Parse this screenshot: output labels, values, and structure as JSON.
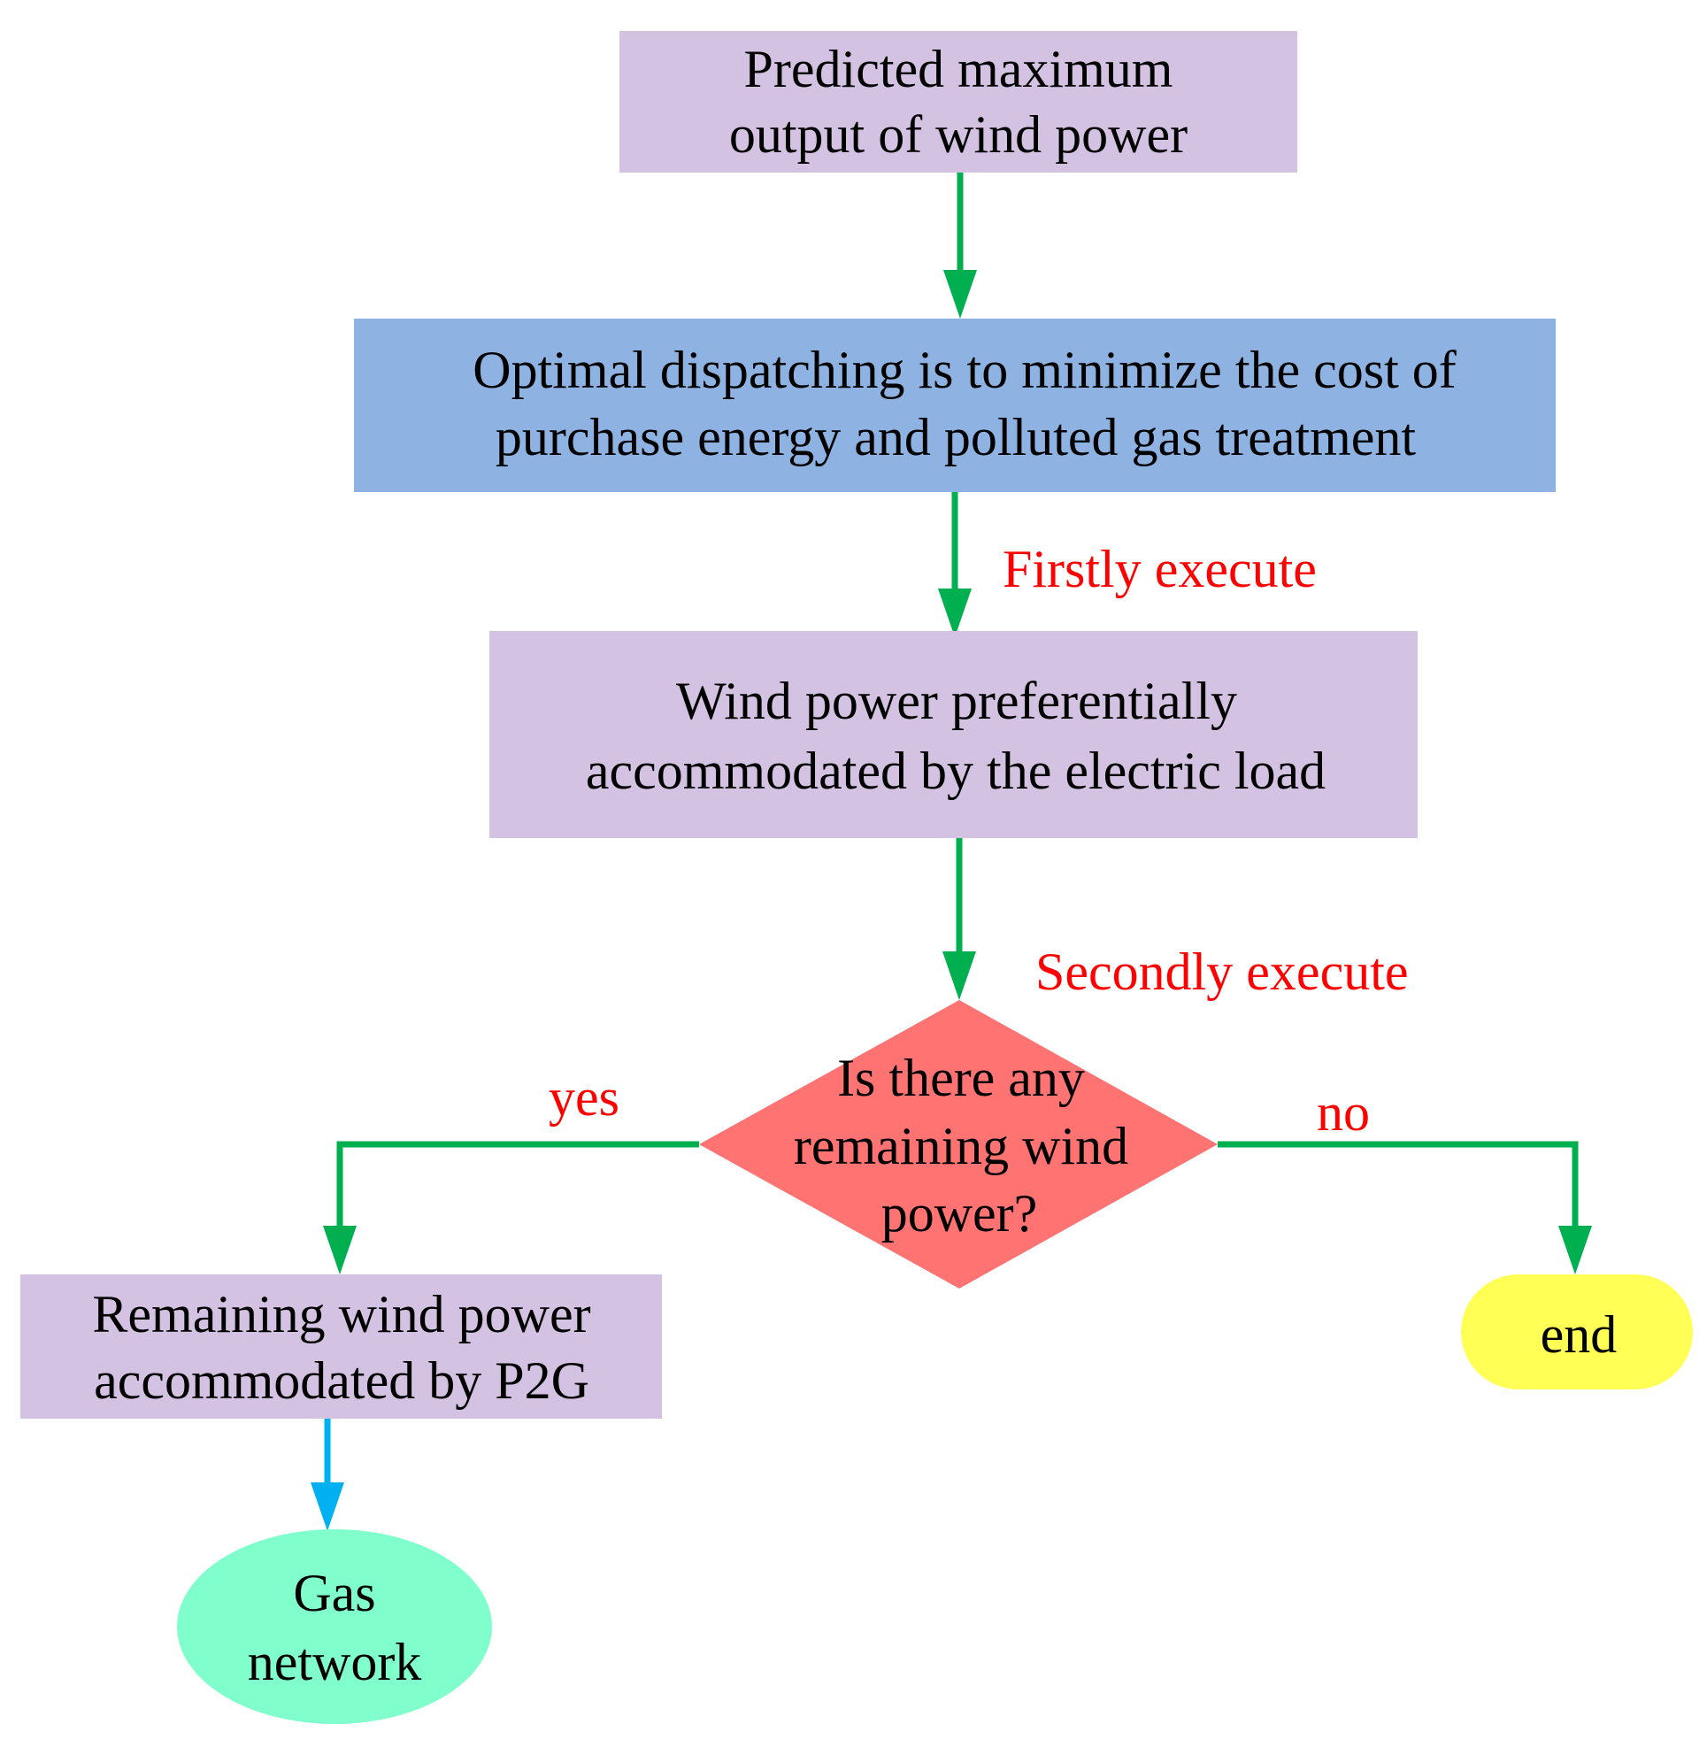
{
  "colors": {
    "lavender": "#d4c2e2",
    "blue": "#8eb2e2",
    "diamond": "#ff7373",
    "end": "#ffff55",
    "gas": "#80ffcc",
    "green_arrow": "#00b050",
    "blue_arrow": "#00b0f0",
    "label_red": "#ff0000"
  },
  "nodes": {
    "n1": {
      "line1": "Predicted maximum",
      "line2": "output of wind power"
    },
    "n2": {
      "line1": "Optimal dispatching is to minimize the cost of",
      "line2": "purchase energy and polluted  gas treatment"
    },
    "n3": {
      "line1": "Wind power preferentially",
      "line2": "accommodated by the  electric load"
    },
    "decision": {
      "line1": "Is there any",
      "line2": "remaining wind",
      "line3": "power?"
    },
    "n4": {
      "line1": "Remaining wind power",
      "line2": "accommodated by P2G"
    },
    "end": {
      "label": "end"
    },
    "gas": {
      "line1": "Gas",
      "line2": "network"
    }
  },
  "edges": {
    "firstly": "Firstly execute",
    "secondly": "Secondly execute",
    "yes": "yes",
    "no": "no"
  }
}
